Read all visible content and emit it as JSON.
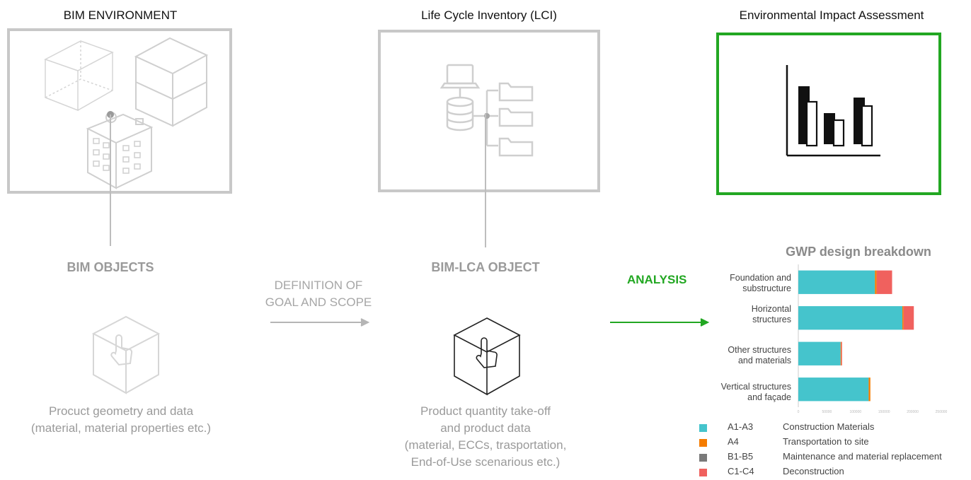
{
  "stages": {
    "bim": {
      "title": "BIM ENVIRONMENT",
      "object_label": "BIM OBJECTS",
      "caption_lines": [
        "Procuct geometry and data",
        "(material, material properties etc.)"
      ]
    },
    "lci": {
      "title": "Life Cycle Inventory (LCI)",
      "object_label": "BIM-LCA OBJECT",
      "caption_lines": [
        "Product quantity take-off",
        "and product data",
        "(material, ECCs, trasportation,",
        "End-of-Use scenarious etc.)"
      ]
    },
    "eia": {
      "title": "Environmental Impact Assessment",
      "arrow_label": "ANALYSIS"
    }
  },
  "definition_label_lines": [
    "DEFINITION OF",
    "GOAL AND SCOPE"
  ],
  "icons": {
    "bim_panel": [
      "wireframe-cube-icon",
      "stacked-cube-icon",
      "building-icon"
    ],
    "lci_panel": [
      "computer-icon",
      "database-icon",
      "folder-icon"
    ],
    "eia_panel": [
      "bar-chart-icon"
    ],
    "bim_object": "cube-pointer-icon",
    "lci_object": "cube-pointer-icon"
  },
  "colors": {
    "accent_green": "#22a722",
    "panel_gray": "#c8c8c8",
    "a1_a3": "#45c4cc",
    "a4": "#f57c00",
    "b1_b5": "#7a7a7a",
    "c1_c4": "#f0615e"
  },
  "chart_data": {
    "type": "bar",
    "orientation": "horizontal",
    "stacked": true,
    "title": "GWP design breakdown",
    "categories": [
      "Foundation and substructure",
      "Horizontal structures",
      "Other structures and materials",
      "Vertical structures and façade"
    ],
    "category_label_lines": [
      [
        "Foundation and",
        "substructure"
      ],
      [
        "Horizontal",
        "structures"
      ],
      [
        "Other structures",
        "and materials"
      ],
      [
        "Vertical structures",
        "and façade"
      ]
    ],
    "xlim": [
      0,
      250000
    ],
    "x_ticks": [
      "0",
      "50000",
      "100000",
      "150000",
      "200000",
      "250000"
    ],
    "series": [
      {
        "name": "A1-A3",
        "values": [
          134000,
          182000,
          74000,
          123000
        ]
      },
      {
        "name": "A4",
        "values": [
          3000,
          2000,
          1000,
          3000
        ]
      },
      {
        "name": "B1-B5",
        "values": [
          0,
          0,
          0,
          0
        ]
      },
      {
        "name": "C1-C4",
        "values": [
          27000,
          18000,
          1500,
          0
        ]
      }
    ],
    "legend": [
      {
        "code": "A1-A3",
        "label": "Construction Materials"
      },
      {
        "code": "A4",
        "label": "Transportation to site"
      },
      {
        "code": "B1-B5",
        "label": "Maintenance and material replacement"
      },
      {
        "code": "C1-C4",
        "label": "Deconstruction"
      }
    ],
    "legend_position": "bottom"
  }
}
